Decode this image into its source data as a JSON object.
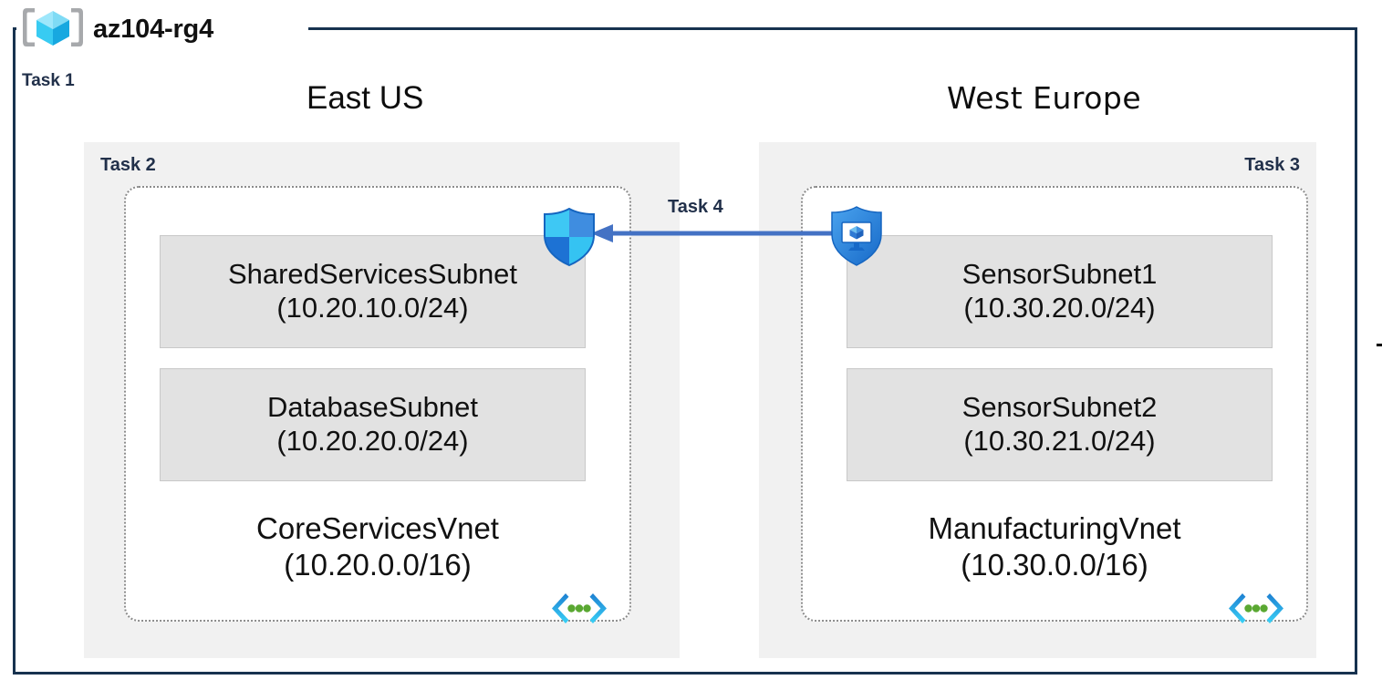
{
  "resource_group": {
    "name": "az104-rg4",
    "icon": "resource-group-cube-icon",
    "task_label": "Task 1"
  },
  "regions": [
    {
      "id": "east-us",
      "title": "East US",
      "task_label": "Task 2",
      "task_align": "left",
      "vnet": {
        "name": "CoreServicesVnet",
        "cidr": "(10.20.0.0/16)",
        "icon": "vnet-angle-brackets-icon",
        "subnets": [
          {
            "name": "SharedServicesSubnet",
            "cidr": "(10.20.10.0/24)"
          },
          {
            "name": "DatabaseSubnet",
            "cidr": "(10.20.20.0/24)"
          }
        ]
      },
      "security_icon": "network-security-group-shield-icon"
    },
    {
      "id": "west-europe",
      "title": "West Europe",
      "task_label": "Task 3",
      "task_align": "right",
      "vnet": {
        "name": "ManufacturingVnet",
        "cidr": "(10.30.0.0/16)",
        "icon": "vnet-angle-brackets-icon",
        "subnets": [
          {
            "name": "SensorSubnet1",
            "cidr": "(10.30.20.0/24)"
          },
          {
            "name": "SensorSubnet2",
            "cidr": "(10.30.21.0/24)"
          }
        ]
      },
      "security_icon": "vm-security-shield-icon"
    }
  ],
  "connection": {
    "task_label": "Task 4",
    "direction": "right-to-left",
    "icon": "left-arrow-icon"
  },
  "colors": {
    "frame_border": "#17324f",
    "region_panel_bg": "#f1f1f1",
    "subnet_bg": "#e2e2e2",
    "subnet_border": "#c8c8c8",
    "vnet_border": "#8c8c8c",
    "task_label": "#21304a",
    "arrow": "#4472c4",
    "azure_cube_light": "#7fdbf5",
    "azure_cube_mid": "#32c5f4",
    "azure_cube_dark": "#1ba0dd",
    "shield_blue": "#1f8cd6",
    "vnet_icon_green": "#5aa832"
  }
}
